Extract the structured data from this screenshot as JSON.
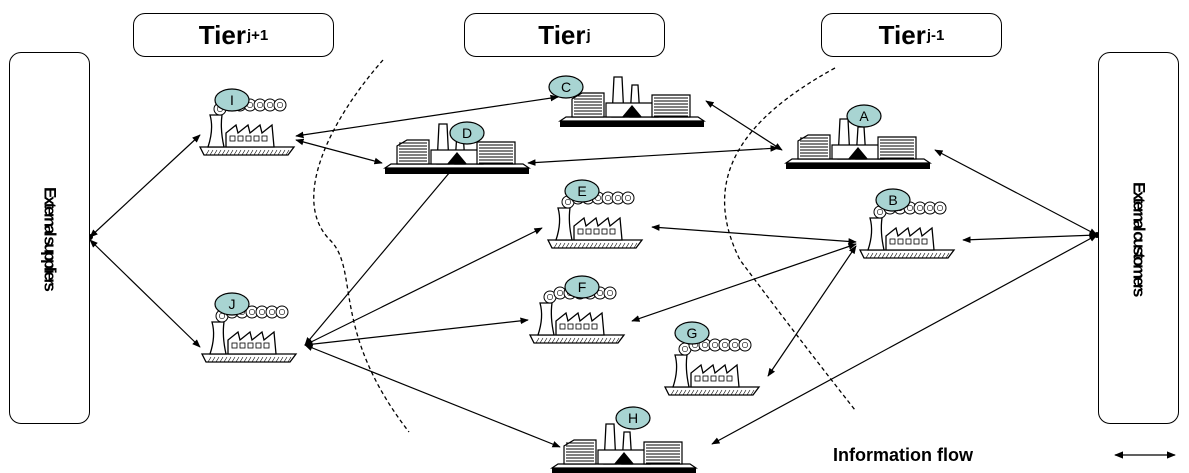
{
  "tiers": [
    {
      "base": "Tier",
      "sub": "j+1"
    },
    {
      "base": "Tier",
      "sub": "j"
    },
    {
      "base": "Tier",
      "sub": "j-1"
    }
  ],
  "external_suppliers": "External suppliers",
  "external_customers": "External customers",
  "legend": "Information flow",
  "nodes": [
    {
      "id": "I",
      "kind": "smoke-factory"
    },
    {
      "id": "J",
      "kind": "smoke-factory"
    },
    {
      "id": "C",
      "kind": "plant"
    },
    {
      "id": "D",
      "kind": "plant"
    },
    {
      "id": "E",
      "kind": "smoke-factory"
    },
    {
      "id": "F",
      "kind": "smoke-factory"
    },
    {
      "id": "H",
      "kind": "plant"
    },
    {
      "id": "A",
      "kind": "plant"
    },
    {
      "id": "B",
      "kind": "smoke-factory"
    },
    {
      "id": "G",
      "kind": "smoke-factory"
    }
  ],
  "links": [
    [
      "suppliers",
      "I"
    ],
    [
      "suppliers",
      "J"
    ],
    [
      "I",
      "C"
    ],
    [
      "I",
      "D"
    ],
    [
      "J",
      "D"
    ],
    [
      "J",
      "E"
    ],
    [
      "J",
      "F"
    ],
    [
      "J",
      "H"
    ],
    [
      "D",
      "A"
    ],
    [
      "C",
      "A"
    ],
    [
      "E",
      "B"
    ],
    [
      "B",
      "F"
    ],
    [
      "B",
      "G"
    ],
    [
      "customers",
      "A"
    ],
    [
      "customers",
      "B"
    ],
    [
      "customers",
      "H"
    ]
  ],
  "colors": {
    "node_label_fill": "#a8d4d2",
    "line": "#000000"
  }
}
